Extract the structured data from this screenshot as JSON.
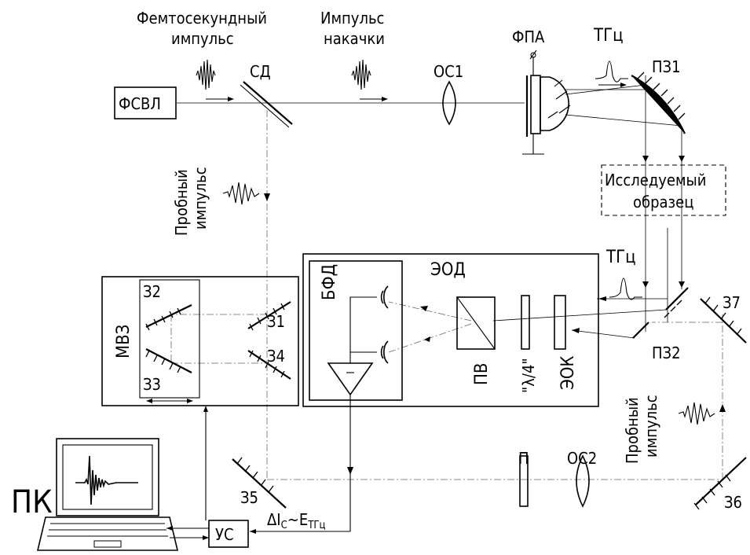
{
  "labels": {
    "femto_line1": "Фемтосекундный",
    "femto_line2": "импульс",
    "pump_line1": "Импульс",
    "pump_line2": "накачки",
    "laser": "ФСВЛ",
    "beamsplitter": "СД",
    "lens1": "ОС1",
    "pca": "ФПА",
    "thz_top": "ТГц",
    "pm1": "ПЗ1",
    "sample_line1": "Исследуемый",
    "sample_line2": "образец",
    "probe_left_line1": "Пробный",
    "probe_left_line2": "импульс",
    "eod": "ЭОД",
    "thz_mid": "ТГц",
    "bpd": "БФД",
    "mirror37": "З7",
    "pm2": "ПЗ2",
    "mvz": "МВЗ",
    "mirror32": "З2",
    "mirror31": "З1",
    "mirror34": "З4",
    "mirror33": "З3",
    "wollaston": "ПВ",
    "quarter_wave": "\"λ/4\"",
    "eoc": "ЭОК",
    "probe_right_line1": "Пробный",
    "probe_right_line2": "импульс",
    "polarizer": "П",
    "lens2": "ОС2",
    "pc": "ПК",
    "mirror35": "З5",
    "mirror36": "З6",
    "signal_main": "ΔI",
    "signal_sub1": "C",
    "signal_mid": "~E",
    "signal_sub2": "ТГц",
    "amplifier": "УС"
  }
}
